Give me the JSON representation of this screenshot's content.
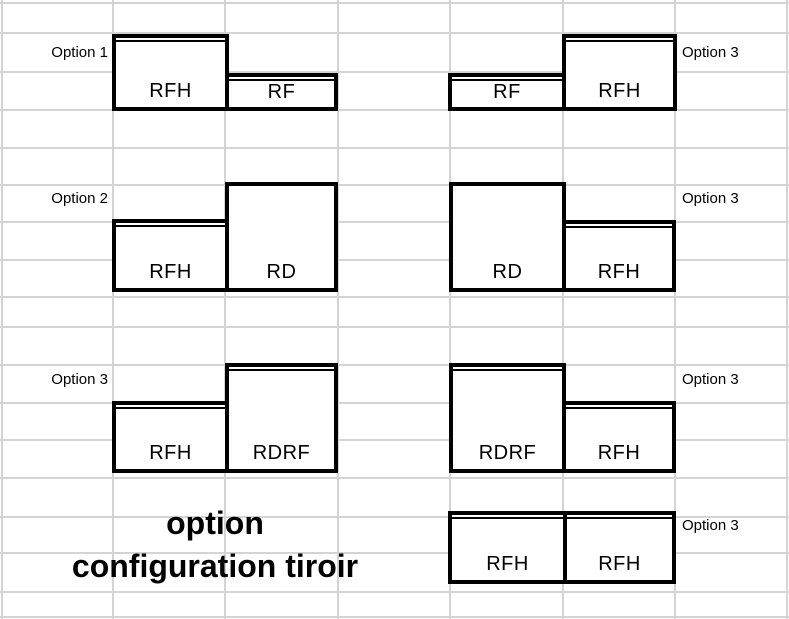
{
  "panels": [
    {
      "option_label": "Option 1",
      "label_side": "left",
      "boxes": [
        {
          "label": "RFH",
          "drawer": true
        },
        {
          "label": "RF",
          "drawer": true
        }
      ]
    },
    {
      "option_label": "Option 3",
      "label_side": "right",
      "boxes": [
        {
          "label": "RF",
          "drawer": true
        },
        {
          "label": "RFH",
          "drawer": true
        }
      ]
    },
    {
      "option_label": "Option 2",
      "label_side": "left",
      "boxes": [
        {
          "label": "RFH",
          "drawer": true
        },
        {
          "label": "RD",
          "drawer": false
        }
      ]
    },
    {
      "option_label": "Option 3",
      "label_side": "right",
      "boxes": [
        {
          "label": "RD",
          "drawer": false
        },
        {
          "label": "RFH",
          "drawer": true
        }
      ]
    },
    {
      "option_label": "Option 3",
      "label_side": "left",
      "boxes": [
        {
          "label": "RFH",
          "drawer": true
        },
        {
          "label": "RDRF",
          "drawer": true
        }
      ]
    },
    {
      "option_label": "Option 3",
      "label_side": "right",
      "boxes": [
        {
          "label": "RDRF",
          "drawer": true
        },
        {
          "label": "RFH",
          "drawer": true
        }
      ]
    },
    {
      "option_label": "Option 3",
      "label_side": "right",
      "boxes": [
        {
          "label": "RFH",
          "drawer": true
        },
        {
          "label": "RFH",
          "drawer": true
        }
      ]
    }
  ],
  "caption": {
    "line1": "option",
    "line2": "configuration tiroir"
  },
  "colors": {
    "gridline": "#d4d4d4",
    "box_border": "#000000",
    "text": "#000000",
    "background": "#ffffff"
  }
}
